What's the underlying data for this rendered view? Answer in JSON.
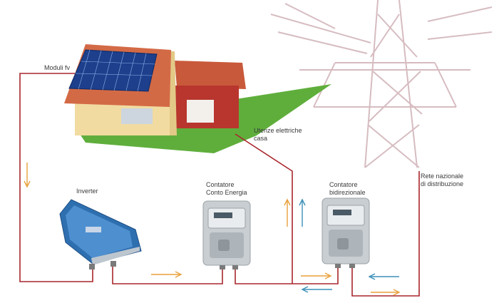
{
  "labels": {
    "moduli": "Moduli fv",
    "utenze_line1": "Utenze elettriche",
    "utenze_line2": "casa",
    "inverter": "Inverter",
    "contatore_ce_line1": "Contatore",
    "contatore_ce_line2": "Conto Energia",
    "contatore_bi_line1": "Contatore",
    "contatore_bi_line2": "bidirezionale",
    "rete_line1": "Rete nazionale",
    "rete_line2": "di distribuzione"
  },
  "colors": {
    "wire": "#a8262c",
    "arrow_orange": "#e8a13c",
    "arrow_blue": "#3b8fb8",
    "lawn": "#5fae3c",
    "house_wall": "#f1dba0",
    "roof": "#c8593a",
    "panel": "#1d3f8c",
    "inverter_body": "#2e6fb0",
    "meter_body": "#c9ced2",
    "pylon": "#c9a7ac"
  },
  "icons": [
    "solar-panel-icon",
    "house-icon",
    "pylon-icon",
    "inverter-icon",
    "meter-icon"
  ]
}
